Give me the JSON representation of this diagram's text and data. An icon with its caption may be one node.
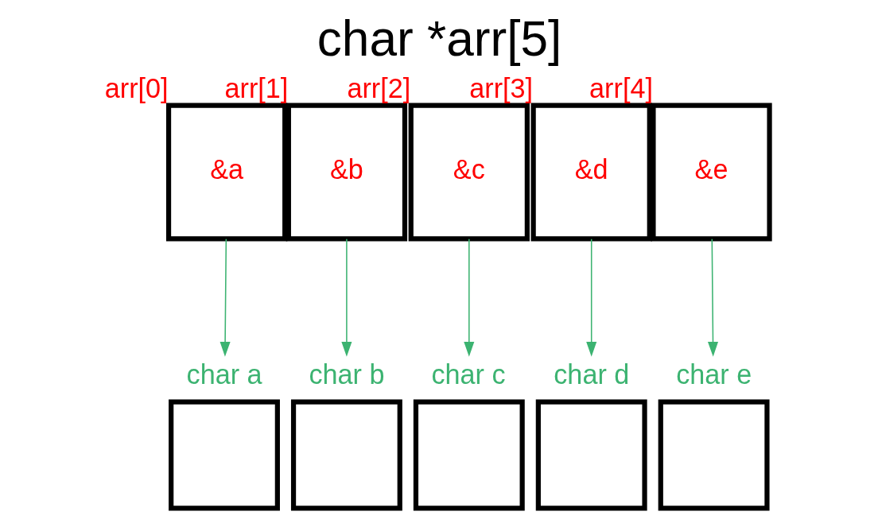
{
  "diagram": {
    "title": "char *arr[5]",
    "nodes": [
      {
        "text": [
          "&a"
        ],
        "beside": [
          "arr[0]"
        ]
      },
      {
        "text": [
          "&b"
        ],
        "beside": [
          "arr[1]"
        ]
      },
      {
        "text": [
          "&c"
        ],
        "beside": [
          "arr[2]"
        ]
      },
      {
        "text": [
          "&d"
        ],
        "beside": [
          "arr[3]"
        ]
      },
      {
        "text": [
          "&e"
        ],
        "beside": [
          "arr[4]"
        ]
      },
      {
        "text": [
          "char a"
        ]
      },
      {
        "text": [
          "char b"
        ]
      },
      {
        "text": [
          "char c"
        ]
      },
      {
        "text": [
          "char d"
        ]
      },
      {
        "text": [
          "char e"
        ]
      }
    ],
    "edges": [
      {
        "from": 0,
        "to": 5,
        "arrow": "to"
      },
      {
        "from": 1,
        "to": 6,
        "arrow": "to"
      },
      {
        "from": 2,
        "to": 7,
        "arrow": "to"
      },
      {
        "from": 3,
        "to": 8,
        "arrow": "to"
      },
      {
        "from": 4,
        "to": 9,
        "arrow": "to"
      }
    ]
  }
}
